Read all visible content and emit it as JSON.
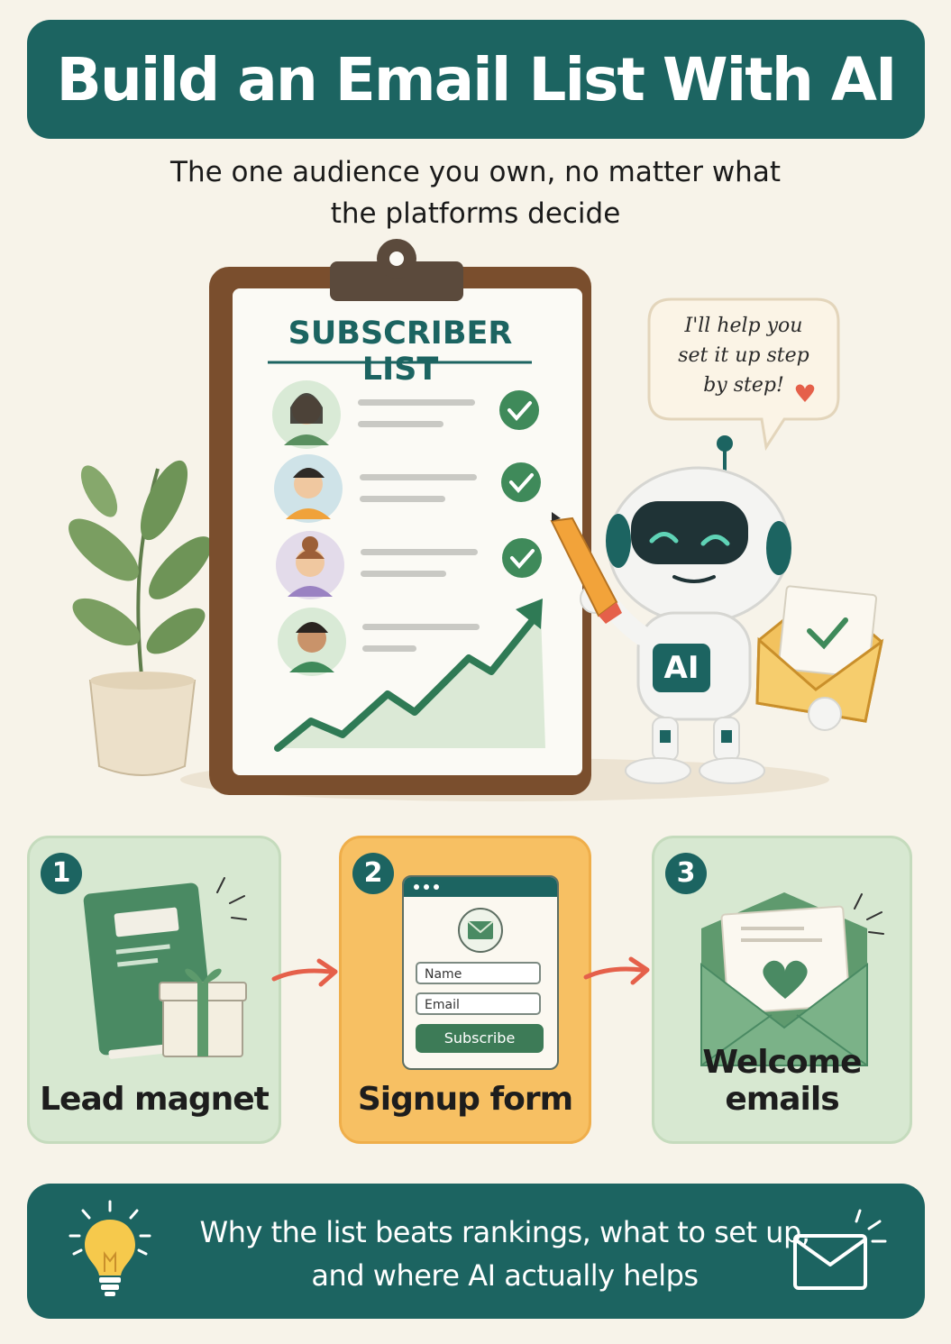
{
  "header": {
    "title": "Build an Email List With AI",
    "subtitle_line1": "The one audience you own, no matter what",
    "subtitle_line2": "the platforms decide"
  },
  "illustration": {
    "clipboard_title": "SUBSCRIBER LIST",
    "speech_line1": "I'll help you",
    "speech_line2": "set it up step",
    "speech_line3": "by step!",
    "robot_badge": "AI"
  },
  "steps": [
    {
      "number": "1",
      "label": "Lead magnet"
    },
    {
      "number": "2",
      "label": "Signup form"
    },
    {
      "number": "3",
      "label": "Welcome emails"
    }
  ],
  "signup_form": {
    "name_placeholder": "Name",
    "email_placeholder": "Email",
    "button_label": "Subscribe"
  },
  "footer": {
    "line1": "Why the list beats rankings, what to set up,",
    "line2": "and where AI actually helps"
  },
  "colors": {
    "teal": "#1c6461",
    "background": "#f7f3e9",
    "green_card": "#d7e8d1",
    "orange_card": "#f7c063",
    "arrow": "#e5604a"
  },
  "icons": [
    "checkmark-icon",
    "trend-arrow-icon",
    "plant-icon",
    "robot-icon",
    "pencil-icon",
    "envelope-icon",
    "book-icon",
    "gift-icon",
    "heart-icon",
    "lightbulb-icon",
    "mail-outline-icon"
  ]
}
